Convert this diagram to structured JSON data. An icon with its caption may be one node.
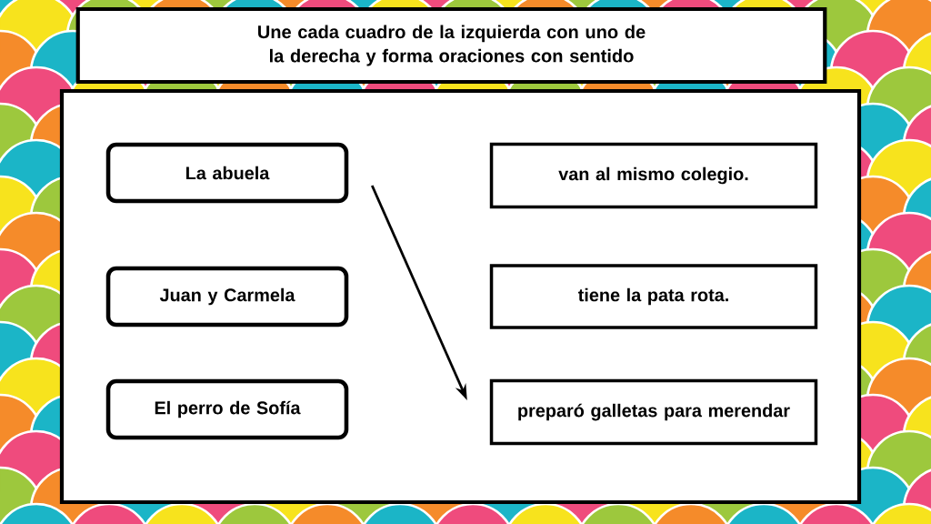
{
  "diagram": {
    "title": "Une cada cuadro de la izquierda con uno de la derecha y forma oraciones con sentido",
    "nodes": [
      {
        "text": [
          "La abuela"
        ]
      },
      {
        "text": [
          "Juan y Carmela"
        ]
      },
      {
        "text": [
          "El perro de Sofía"
        ]
      },
      {
        "text": [
          "van al mismo colegio."
        ]
      },
      {
        "text": [
          "tiene la pata rota."
        ]
      },
      {
        "text": [
          "preparó galletas para merendar"
        ]
      }
    ],
    "edges": [
      {
        "from": 0,
        "to": 5,
        "arrow": "to"
      }
    ]
  }
}
